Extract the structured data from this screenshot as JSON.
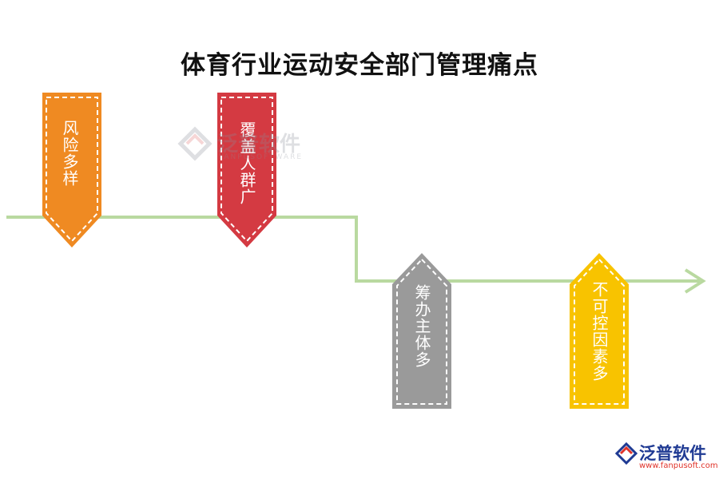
{
  "title": "体育行业运动安全部门管理痛点",
  "colors": {
    "line": "#b9d9a0",
    "orange": "#ef8a22",
    "red": "#d43a42",
    "gray": "#9a9a9a",
    "yellow": "#f8c300"
  },
  "cards": [
    {
      "label": "风险多样",
      "color": "orange"
    },
    {
      "label": "覆盖人群广",
      "color": "red"
    },
    {
      "label": "筹办主体多",
      "color": "gray"
    },
    {
      "label": "不可控因素多",
      "color": "yellow"
    }
  ],
  "watermark": {
    "text": "泛普软件",
    "subtext": "FANPUSOFTWARE"
  },
  "logo": {
    "name": "泛普软件",
    "url": "www.fanpusoft.com"
  }
}
